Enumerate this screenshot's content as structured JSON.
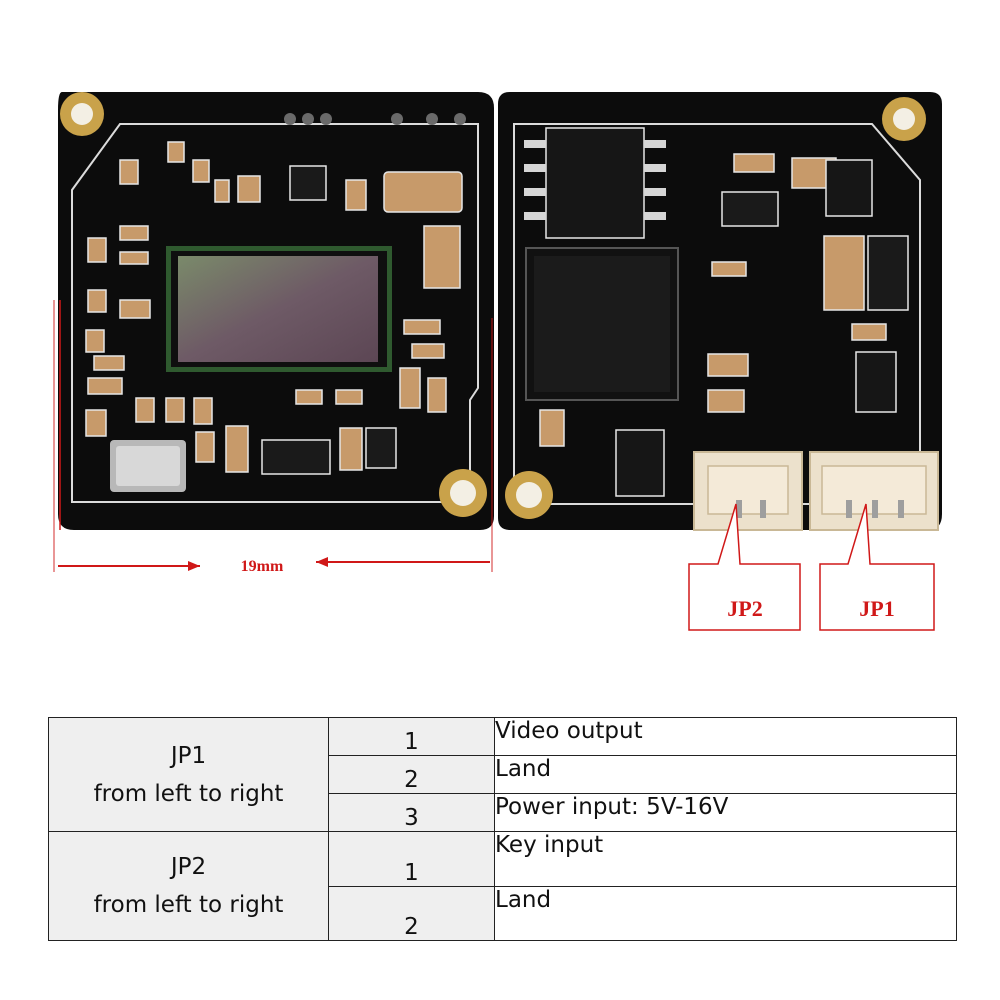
{
  "dimension_label": "19mm",
  "callouts": {
    "jp2": "JP2",
    "jp1": "JP1"
  },
  "colors": {
    "pcb": "#0c0c0c",
    "silkscreen": "#e8e8e8",
    "gold_pad": "#c9a24a",
    "annotation_red": "#d01818",
    "sensor_green": "#3a6b3a",
    "connector_cream": "#ece1cc"
  },
  "pin_table": {
    "groups": [
      {
        "name": "JP1",
        "note": "from left to right",
        "pins": [
          {
            "number": "1",
            "function": "Video output"
          },
          {
            "number": "2",
            "function": "Land"
          },
          {
            "number": "3",
            "function": "Power input: 5V-16V"
          }
        ]
      },
      {
        "name": "JP2",
        "note": "from left to right",
        "pins": [
          {
            "number": "1",
            "function": "Key input"
          },
          {
            "number": "2",
            "function": "Land"
          }
        ]
      }
    ]
  }
}
